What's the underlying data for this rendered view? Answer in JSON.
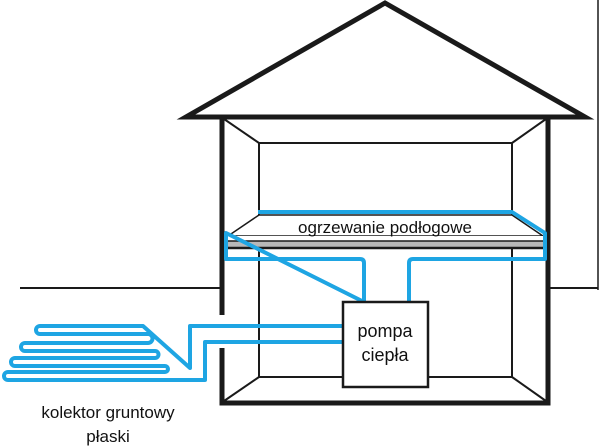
{
  "labels": {
    "floor_heating": "ogrzewanie podłogowe",
    "heat_pump_line1": "pompa",
    "heat_pump_line2": "ciepła",
    "collector_line1": "kolektor gruntowy",
    "collector_line2": "płaski"
  },
  "colors": {
    "pipe": "#1ea5e3",
    "outline": "#1a1a1a",
    "slab": "#b8b8b8"
  }
}
